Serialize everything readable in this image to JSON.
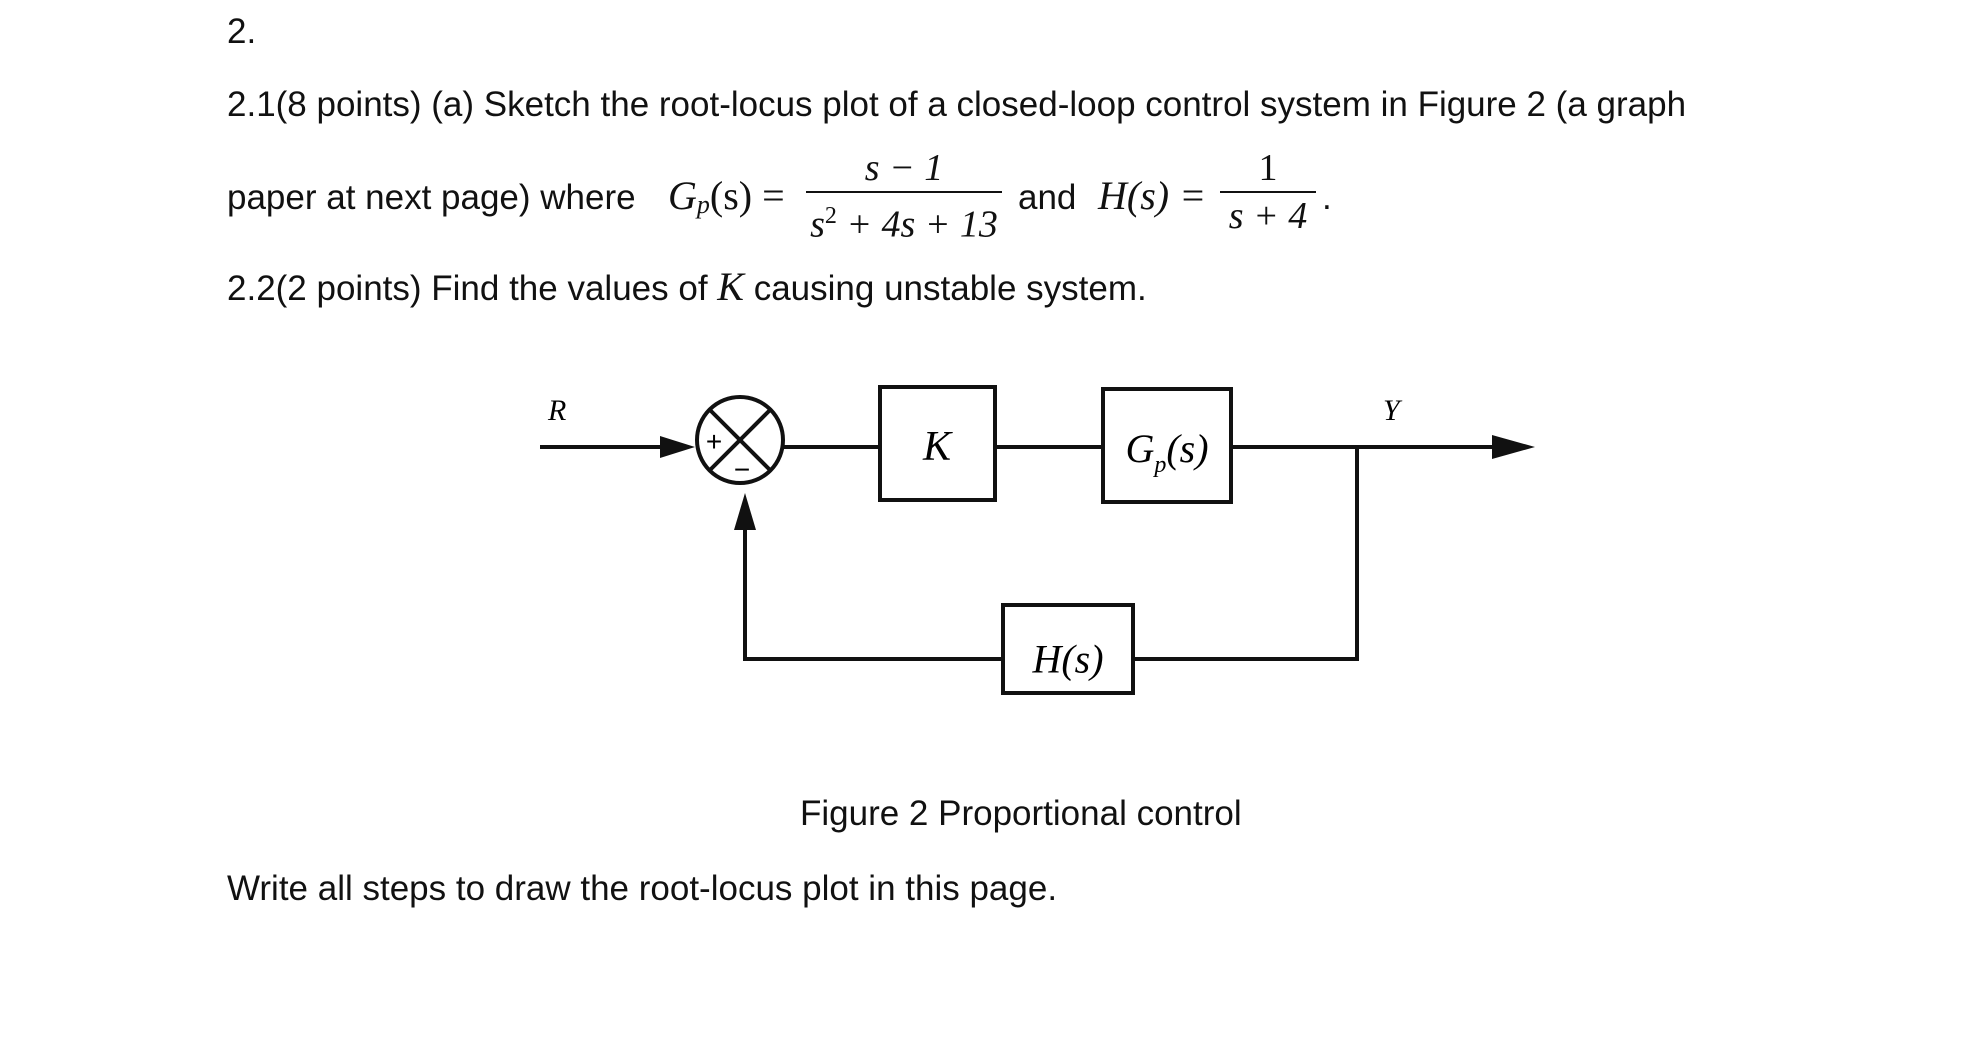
{
  "question": {
    "number": "2.",
    "part1": {
      "line1": "2.1(8 points) (a) Sketch the root-locus plot of a closed-loop control system in Figure 2 (a graph",
      "line2_prefix": "paper at next page) where",
      "gp_lhs": "G",
      "gp_sub": "p",
      "gp_arg": "(s) =",
      "gp_num": "s − 1",
      "gp_den_base": "s",
      "gp_den_exp": "2",
      "gp_den_rest": " + 4s + 13",
      "connector": "and",
      "h_lhs": "H(s) =",
      "h_num": "1",
      "h_den": "s + 4",
      "period": "."
    },
    "part2": {
      "prefix": "2.2(2 points) Find the values of",
      "variable": "K",
      "suffix": "causing unstable system."
    }
  },
  "diagram": {
    "input_label": "R",
    "output_label": "Y",
    "plus_sign": "+",
    "minus_sign": "−",
    "controller_label": "K",
    "plant_label_base": "G",
    "plant_label_sub": "p",
    "plant_label_arg": "(s)",
    "feedback_label": "H(s)"
  },
  "caption": "Figure 2 Proportional control",
  "instruction": "Write all steps to draw the root-locus plot in this page."
}
